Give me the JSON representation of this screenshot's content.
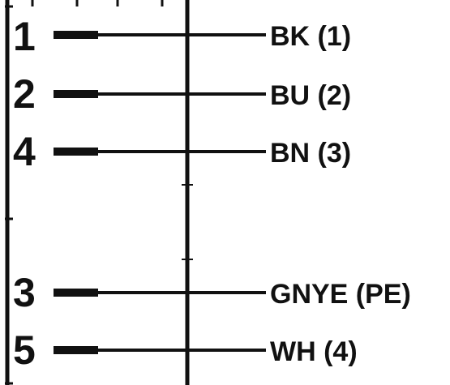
{
  "pins": [
    {
      "number": "1",
      "label": "BK (1)"
    },
    {
      "number": "2",
      "label": "BU (2)"
    },
    {
      "number": "4",
      "label": "BN (3)"
    },
    {
      "number": "3",
      "label": "GNYE (PE)"
    },
    {
      "number": "5",
      "label": "WH (4)"
    }
  ]
}
